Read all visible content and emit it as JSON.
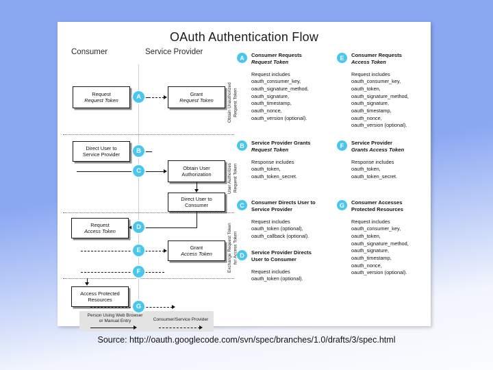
{
  "slide": {
    "caption": "Source: http://oauth.googlecode.com/svn/spec/branches/1.0/drafts/3/spec.html",
    "bg_color": "#8aa7f2"
  },
  "figure": {
    "title": "OAuth Authentication Flow",
    "accent_color": "#49c6ef",
    "panel_color": "#ffffff"
  },
  "diagram": {
    "columns": {
      "consumer": "Consumer",
      "service_provider": "Service Provider"
    },
    "phases": [
      "Obtain Unauthorized\nRequest Token",
      "User Authorizes\nRequest Token",
      "Exchange Request Token\nfor Access Token"
    ],
    "boxes": [
      {
        "id": "box-request-request-token",
        "line1": "Request",
        "line2": "Request Token"
      },
      {
        "id": "box-grant-request-token",
        "line1": "Grant",
        "line2": "Request Token"
      },
      {
        "id": "box-direct-user-to-service-provider",
        "line1": "Direct User to",
        "line2": "Service Provider"
      },
      {
        "id": "box-obtain-user-authorization",
        "line1": "Obtain User",
        "line2": "Authorization"
      },
      {
        "id": "box-direct-user-to-consumer",
        "line1": "Direct User to",
        "line2": "Consumer"
      },
      {
        "id": "box-request-access-token",
        "line1": "Request",
        "line2": "Access Token"
      },
      {
        "id": "box-grant-access-token",
        "line1": "Grant",
        "line2": "Access Token"
      },
      {
        "id": "box-access-protected-resources",
        "line1": "Access Protected",
        "line2": "Resources"
      }
    ],
    "step_badges": [
      "A",
      "B",
      "C",
      "D",
      "E",
      "F",
      "G"
    ],
    "legend": {
      "browser": "Person Using Web Browser\nor Manual Entry",
      "machine": "Consumer/Service Provider"
    }
  },
  "notes": [
    {
      "letter": "A",
      "title_line1": "Consumer Requests",
      "title_line2": "Request Token",
      "body_header": "Request includes",
      "body_items": [
        "oauth_consumer_key,",
        "oauth_signature_method,",
        "oauth_signature,",
        "oauth_timestamp,",
        "oauth_nonce,",
        "oauth_version (optional)."
      ]
    },
    {
      "letter": "B",
      "title_line1": "Service Provider Grants",
      "title_line2": "Request Token",
      "body_header": "Response includes",
      "body_items": [
        "oauth_token,",
        "oauth_token_secret."
      ]
    },
    {
      "letter": "C",
      "title_line1": "Consumer Directs User to",
      "title_line2": "Service Provider",
      "body_header": "Request includes",
      "body_items": [
        "oauth_token (optional),",
        "oauth_callback (optional)."
      ]
    },
    {
      "letter": "D",
      "title_line1": "Service Provider Directs",
      "title_line2": "User to Consumer",
      "body_header": "Request includes",
      "body_items": [
        "oauth_token (optional)."
      ]
    },
    {
      "letter": "E",
      "title_line1": "Consumer Requests",
      "title_line2": "Access Token",
      "body_header": "Request includes",
      "body_items": [
        "oauth_consumer_key,",
        "oauth_token,",
        "oauth_signature_method,",
        "oauth_signature,",
        "oauth_timestamp,",
        "oauth_nonce,",
        "oauth_version (optional)."
      ]
    },
    {
      "letter": "F",
      "title_line1": "Service Provider",
      "title_line2": "Grants Access Token",
      "body_header": "Response includes",
      "body_items": [
        "oauth_token,",
        "oauth_token_secret."
      ]
    },
    {
      "letter": "G",
      "title_line1": "Consumer Accesses",
      "title_line2": "Protected Resources",
      "body_header": "Request includes",
      "body_items": [
        "oauth_consumer_key,",
        "oauth_token,",
        "oauth_signature_method,",
        "oauth_signature,",
        "oauth_timestamp,",
        "oauth_nonce,",
        "oauth_version (optional)."
      ]
    }
  ]
}
